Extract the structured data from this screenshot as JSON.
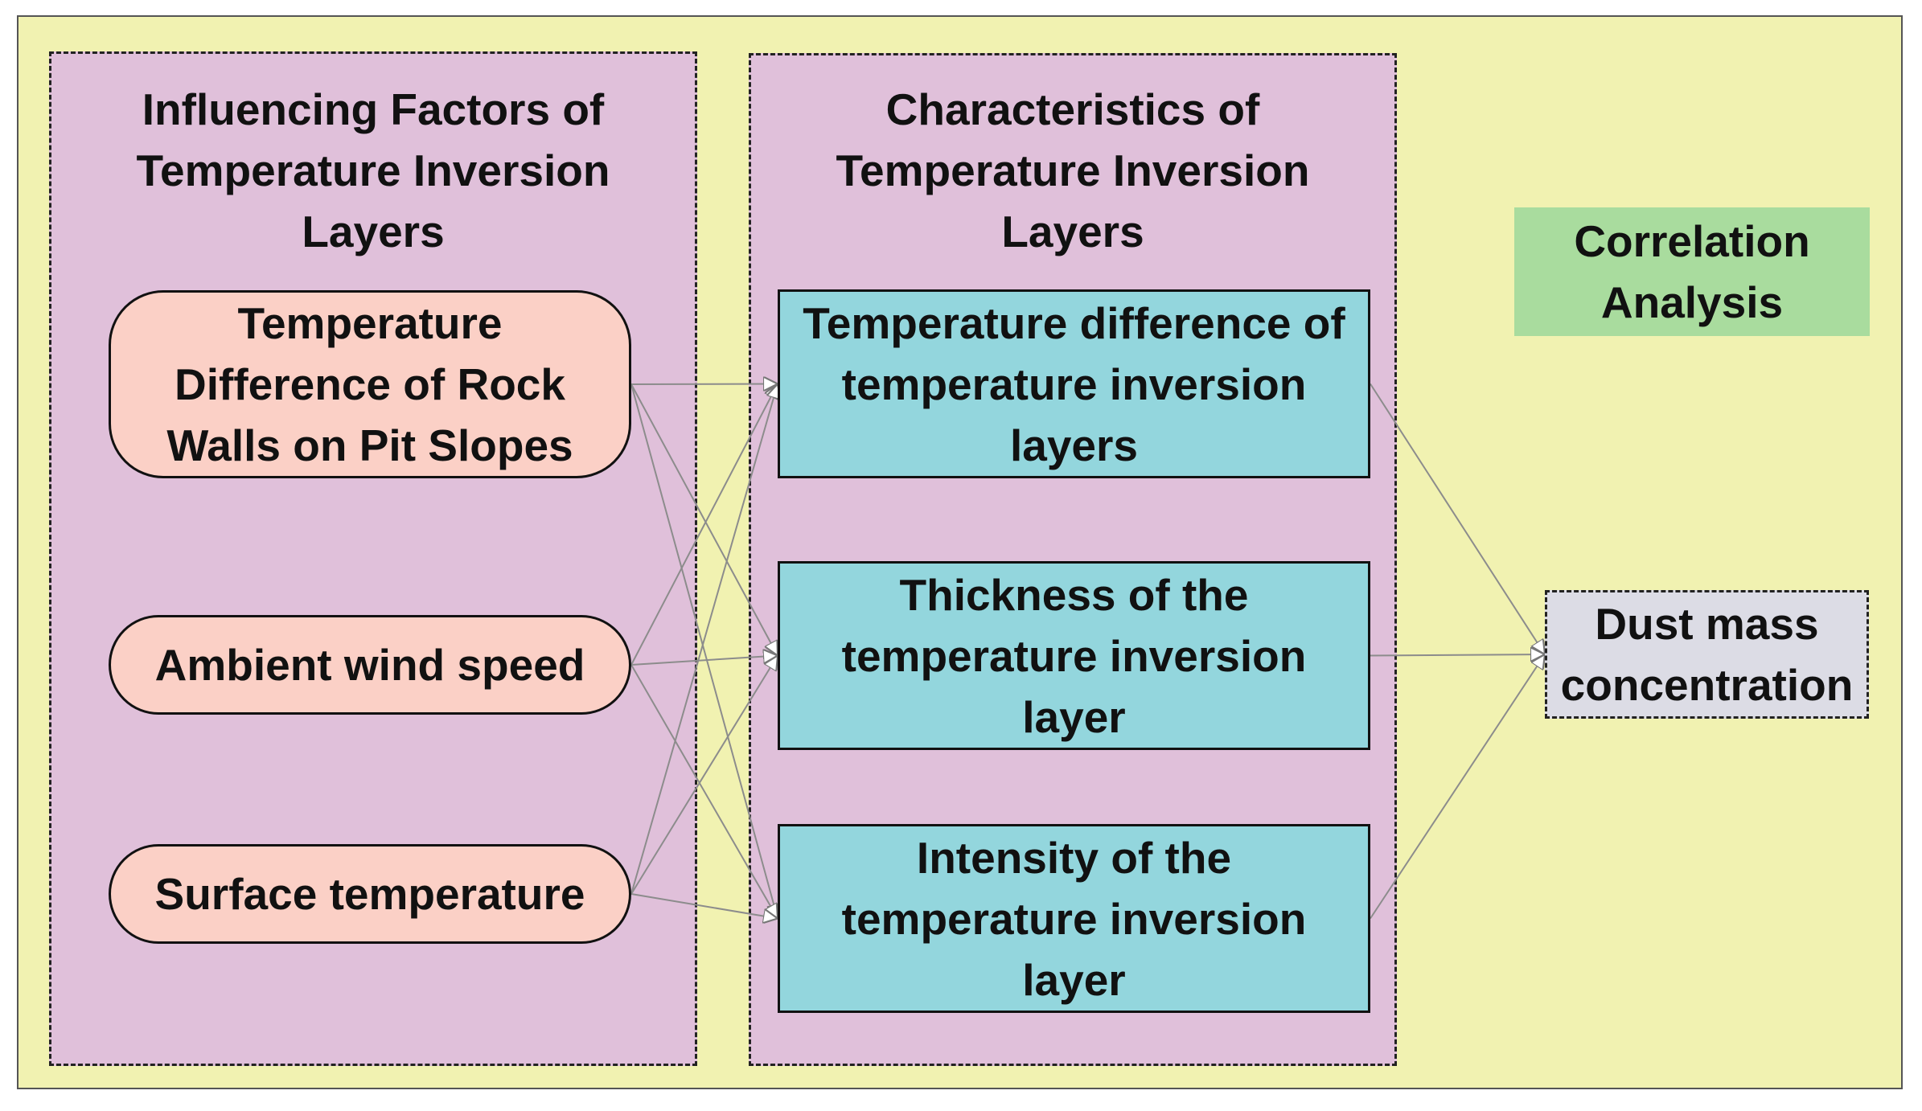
{
  "group_left": {
    "title": "Influencing Factors of\nTemperature Inversion\nLayers"
  },
  "group_middle": {
    "title": "Characteristics of\nTemperature Inversion\nLayers"
  },
  "factors": [
    {
      "label": "Temperature\nDifference of Rock\nWalls on Pit Slopes"
    },
    {
      "label": "Ambient wind speed"
    },
    {
      "label": "Surface temperature"
    }
  ],
  "characteristics": [
    {
      "label": "Temperature difference of\ntemperature inversion\nlayers"
    },
    {
      "label": "Thickness of the\ntemperature inversion\nlayer"
    },
    {
      "label": "Intensity of the\ntemperature inversion\nlayer"
    }
  ],
  "correlation": {
    "label": "Correlation\nAnalysis"
  },
  "outcome": {
    "label": "Dust mass\nconcentration"
  },
  "colors": {
    "background": "#f1f2b1",
    "group_fill": "#e0c0da",
    "factor_fill": "#fbd0c6",
    "characteristic_fill": "#93d6dd",
    "correlation_fill": "#a9dc9e",
    "outcome_fill": "#dcdce5",
    "connector": "#8c8c8c"
  },
  "connections": [
    {
      "from": "factor-1",
      "to": "characteristic-1"
    },
    {
      "from": "factor-1",
      "to": "characteristic-2"
    },
    {
      "from": "factor-1",
      "to": "characteristic-3"
    },
    {
      "from": "factor-2",
      "to": "characteristic-1"
    },
    {
      "from": "factor-2",
      "to": "characteristic-2"
    },
    {
      "from": "factor-2",
      "to": "characteristic-3"
    },
    {
      "from": "factor-3",
      "to": "characteristic-1"
    },
    {
      "from": "factor-3",
      "to": "characteristic-2"
    },
    {
      "from": "factor-3",
      "to": "characteristic-3"
    },
    {
      "from": "characteristic-1",
      "to": "outcome"
    },
    {
      "from": "characteristic-2",
      "to": "outcome"
    },
    {
      "from": "characteristic-3",
      "to": "outcome"
    }
  ]
}
